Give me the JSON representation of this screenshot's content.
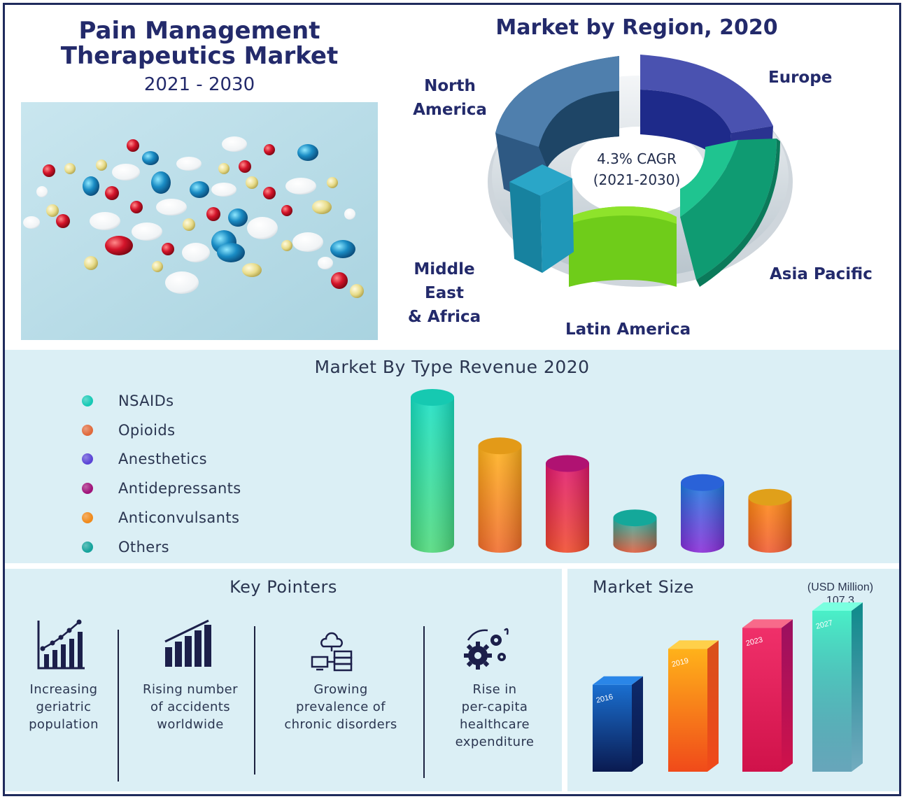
{
  "header": {
    "title_line1": "Pain Management",
    "title_line2": "Therapeutics Market",
    "years": "2021 - 2030"
  },
  "region": {
    "title": "Market by Region, 2020",
    "cagr_line1": "4.3% CAGR",
    "cagr_line2": "(2021-2030)",
    "labels": {
      "north_america_1": "North",
      "north_america_2": "America",
      "europe": "Europe",
      "asia_pacific": "Asia Pacific",
      "latin_america": "Latin America",
      "mea_1": "Middle East",
      "mea_2": "& Africa"
    },
    "colors": {
      "north_america": "#3f6f9b",
      "europe": "#283593",
      "asia_pacific": "#14b385",
      "latin_america": "#7ed321",
      "mea": "#1f8fb0"
    }
  },
  "type_section": {
    "title": "Market By Type Revenue 2020",
    "legend": [
      {
        "label": "NSAIDs",
        "color": "#17c9b5"
      },
      {
        "label": "Opioids",
        "color": "#e06a3c"
      },
      {
        "label": "Anesthetics",
        "color": "#5b46d6"
      },
      {
        "label": "Antidepressants",
        "color": "#a0147a"
      },
      {
        "label": "Anticonvulsants",
        "color": "#f08a1c"
      },
      {
        "label": "Others",
        "color": "#16a39c"
      }
    ]
  },
  "chart_data": [
    {
      "type": "bar",
      "categories": [
        "NSAIDs",
        "Opioids",
        "Anesthetics",
        "Antidepressants",
        "Anticonvulsants",
        "Others"
      ],
      "values": [
        100,
        67,
        55,
        18,
        42,
        32
      ],
      "xlabel": "",
      "ylabel": ""
    },
    {
      "type": "bar",
      "categories": [
        "2016",
        "2019",
        "2023",
        "2027"
      ],
      "values": [
        58,
        82,
        96,
        107.3
      ],
      "ylabel": "(USD Million)"
    },
    {
      "type": "pie",
      "categories": [
        "North America",
        "Europe",
        "Asia Pacific",
        "Latin America",
        "Middle East & Africa"
      ]
    }
  ],
  "key_pointers": {
    "title": "Key Pointers",
    "items": [
      {
        "line1": "Increasing",
        "line2": "geriatric",
        "line3": "population",
        "line4": "",
        "icon": "line-growth-chart-icon"
      },
      {
        "line1": "Rising number",
        "line2": "of accidents",
        "line3": "worldwide",
        "line4": "",
        "icon": "bar-growth-chart-icon"
      },
      {
        "line1": "Growing",
        "line2": "prevalence of",
        "line3": "chronic disorders",
        "line4": "",
        "icon": "cloud-server-icon"
      },
      {
        "line1": "Rise in",
        "line2": "per-capita",
        "line3": "healthcare",
        "line4": "expenditure",
        "icon": "gears-icon"
      }
    ]
  },
  "market_size": {
    "title": "Market Size",
    "unit": "(USD Million)",
    "top_value": "107.3"
  }
}
